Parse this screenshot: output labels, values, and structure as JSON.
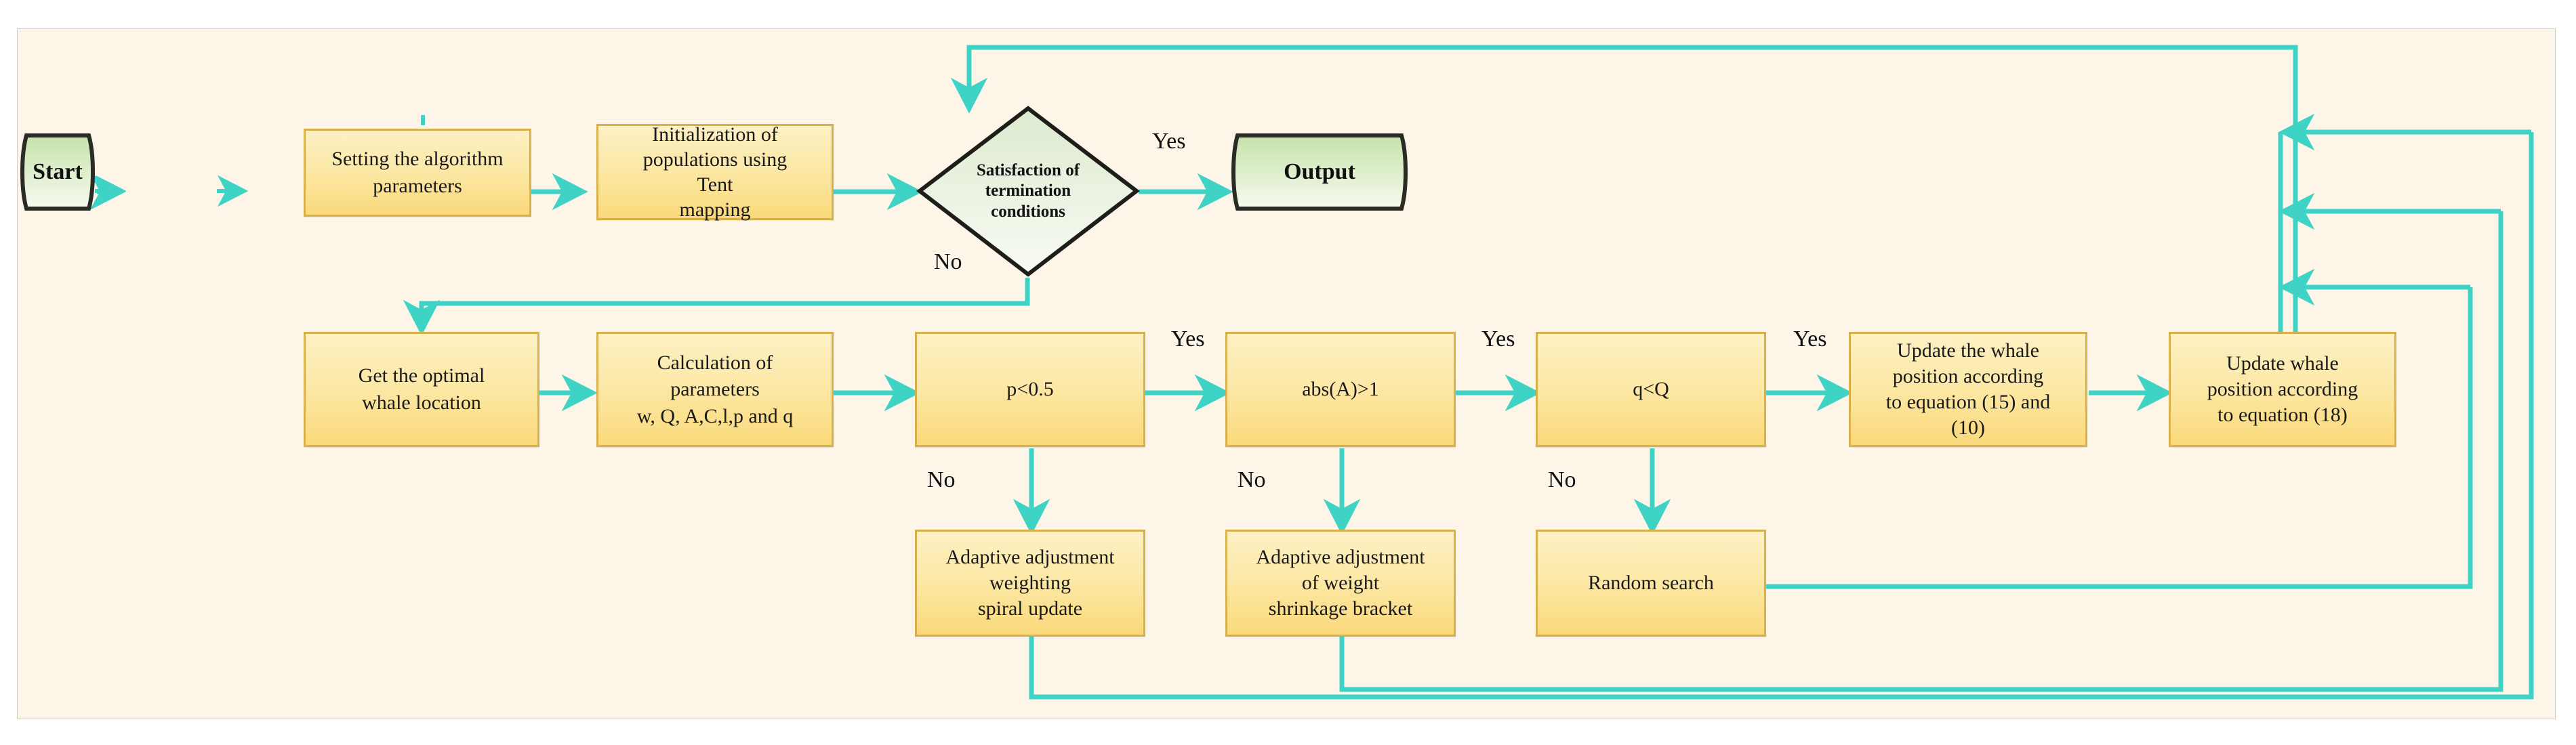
{
  "diagram": {
    "title_present": false,
    "colors": {
      "canvas": "#FDF6E8",
      "frame_border": "#cfcdc8",
      "process_fill_top": "#FDF0C4",
      "process_fill_bottom": "#FAD97A",
      "process_border": "#D9B14C",
      "terminator_fill_top": "#C9E3AE",
      "terminator_fill_bottom": "#F4F8EE",
      "terminator_border": "#2b2b26",
      "decision_fill_top": "#DFEBD2",
      "decision_fill_bottom": "#F6F9F1",
      "decision_border": "#1d1d1a",
      "connector": "#3FD3C6",
      "text": "#111111"
    },
    "nodes": {
      "start": {
        "label": "Start",
        "shape": "tape-terminator"
      },
      "set_params": {
        "label": "Setting the algorithm\nparameters",
        "shape": "process"
      },
      "init_pop": {
        "label": "Initialization of\npopulations using\nTent\nmapping",
        "shape": "process"
      },
      "termination": {
        "label": "Satisfaction of\ntermination\nconditions",
        "shape": "decision"
      },
      "output": {
        "label": "Output",
        "shape": "tape-terminator"
      },
      "optimal_whale": {
        "label": "Get the optimal\nwhale location",
        "shape": "process"
      },
      "calc_params": {
        "label": "Calculation of\nparameters\nw, Q, A,C,l,p and q",
        "shape": "process"
      },
      "p_lt_05": {
        "label": "p<0.5",
        "shape": "process-decision"
      },
      "abs_a_gt_1": {
        "label": "abs(A)>1",
        "shape": "process-decision"
      },
      "q_lt_Q": {
        "label": "q<Q",
        "shape": "process-decision"
      },
      "update_15_10": {
        "label": "Update the whale\nposition according\nto equation (15) and\n(10)",
        "shape": "process"
      },
      "update_18": {
        "label": "Update whale\nposition according\nto equation (18)",
        "shape": "process"
      },
      "adaptive_spiral": {
        "label": "Adaptive adjustment\nweighting\nspiral update",
        "shape": "process"
      },
      "adaptive_shrink": {
        "label": "Adaptive adjustment\nof weight\nshrinkage bracket",
        "shape": "process"
      },
      "random_search": {
        "label": "Random search",
        "shape": "process"
      }
    },
    "edge_labels": {
      "termination_yes": "Yes",
      "termination_no": "No",
      "p_yes": "Yes",
      "p_no": "No",
      "absa_yes": "Yes",
      "absa_no": "No",
      "q_yes": "Yes",
      "q_no": "No"
    }
  }
}
